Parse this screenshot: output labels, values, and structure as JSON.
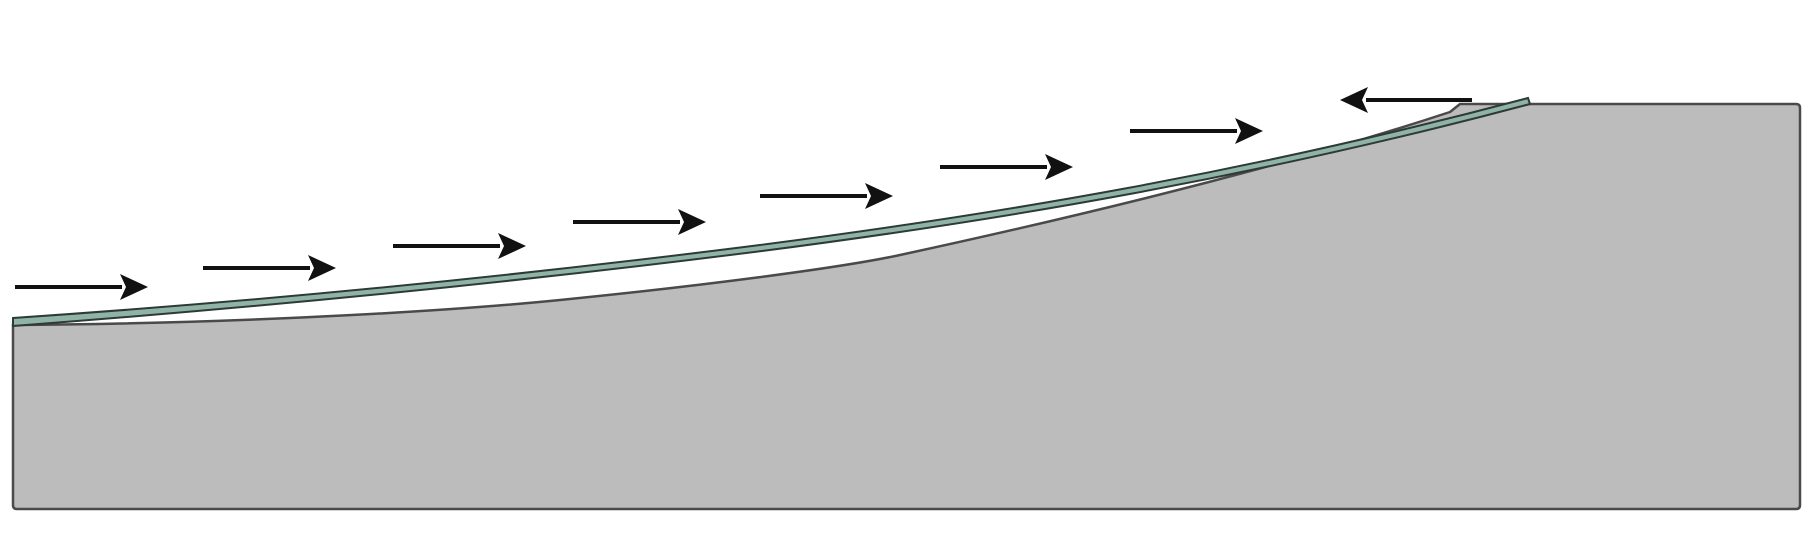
{
  "colors": {
    "background": "#ffffff",
    "substrate_fill": "#bcbcbc",
    "substrate_stroke": "#4a4a4a",
    "beam_fill": "#8fb3a4",
    "beam_stroke": "#2d3a35",
    "arrow": "#111111"
  },
  "arrows": [
    {
      "direction": "right"
    },
    {
      "direction": "right"
    },
    {
      "direction": "right"
    },
    {
      "direction": "right"
    },
    {
      "direction": "right"
    },
    {
      "direction": "right"
    },
    {
      "direction": "right"
    },
    {
      "direction": "left"
    }
  ]
}
